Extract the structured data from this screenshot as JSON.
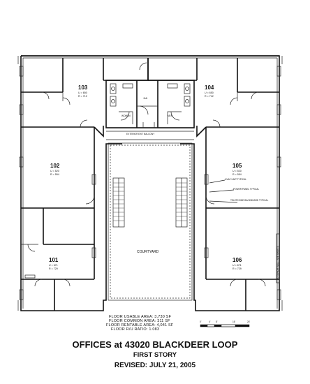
{
  "rooms": [
    {
      "id": "103",
      "num": "103",
      "u": "U = 650",
      "r": "R = 712"
    },
    {
      "id": "104",
      "num": "104",
      "u": "U = 650",
      "r": "R = 712"
    },
    {
      "id": "102",
      "num": "102",
      "u": "U = 520",
      "r": "R = 554"
    },
    {
      "id": "105",
      "num": "105",
      "u": "U = 520",
      "r": "R = 554"
    },
    {
      "id": "101",
      "num": "101",
      "u": "U = 671",
      "r": "R = 729"
    },
    {
      "id": "106",
      "num": "106",
      "u": "U = 671",
      "r": "R = 729"
    }
  ],
  "labels": {
    "women": "WOMEN",
    "men": "MEN",
    "jan": "JAN",
    "balcony": "EXTERIOR EXIT BALCONY",
    "courtyard": "COURTYARD",
    "hvac": "HVAC UNIT TYPICAL",
    "power": "POWER PANEL TYPICAL",
    "telephone": "TELEPHONE BACKBOARD TYPICAL",
    "side_note": "EXTERIOR WALL, SEE SHEETS"
  },
  "areas": [
    "FLOOR USABLE AREA: 3,730 SF",
    "FLOOR COMMON AREA: 311 SF",
    "FLOOR RENTABLE AREA: 4,041 SF",
    "FLOOR R/U RATIO: 1.083"
  ],
  "scale": {
    "ticks": [
      "0'",
      "4'",
      "8'",
      "16'",
      "24'"
    ]
  },
  "title": {
    "main": "OFFICES at 43020 BLACKDEER LOOP",
    "sub": "FIRST STORY",
    "revised": "REVISED: JULY 21, 2005"
  }
}
